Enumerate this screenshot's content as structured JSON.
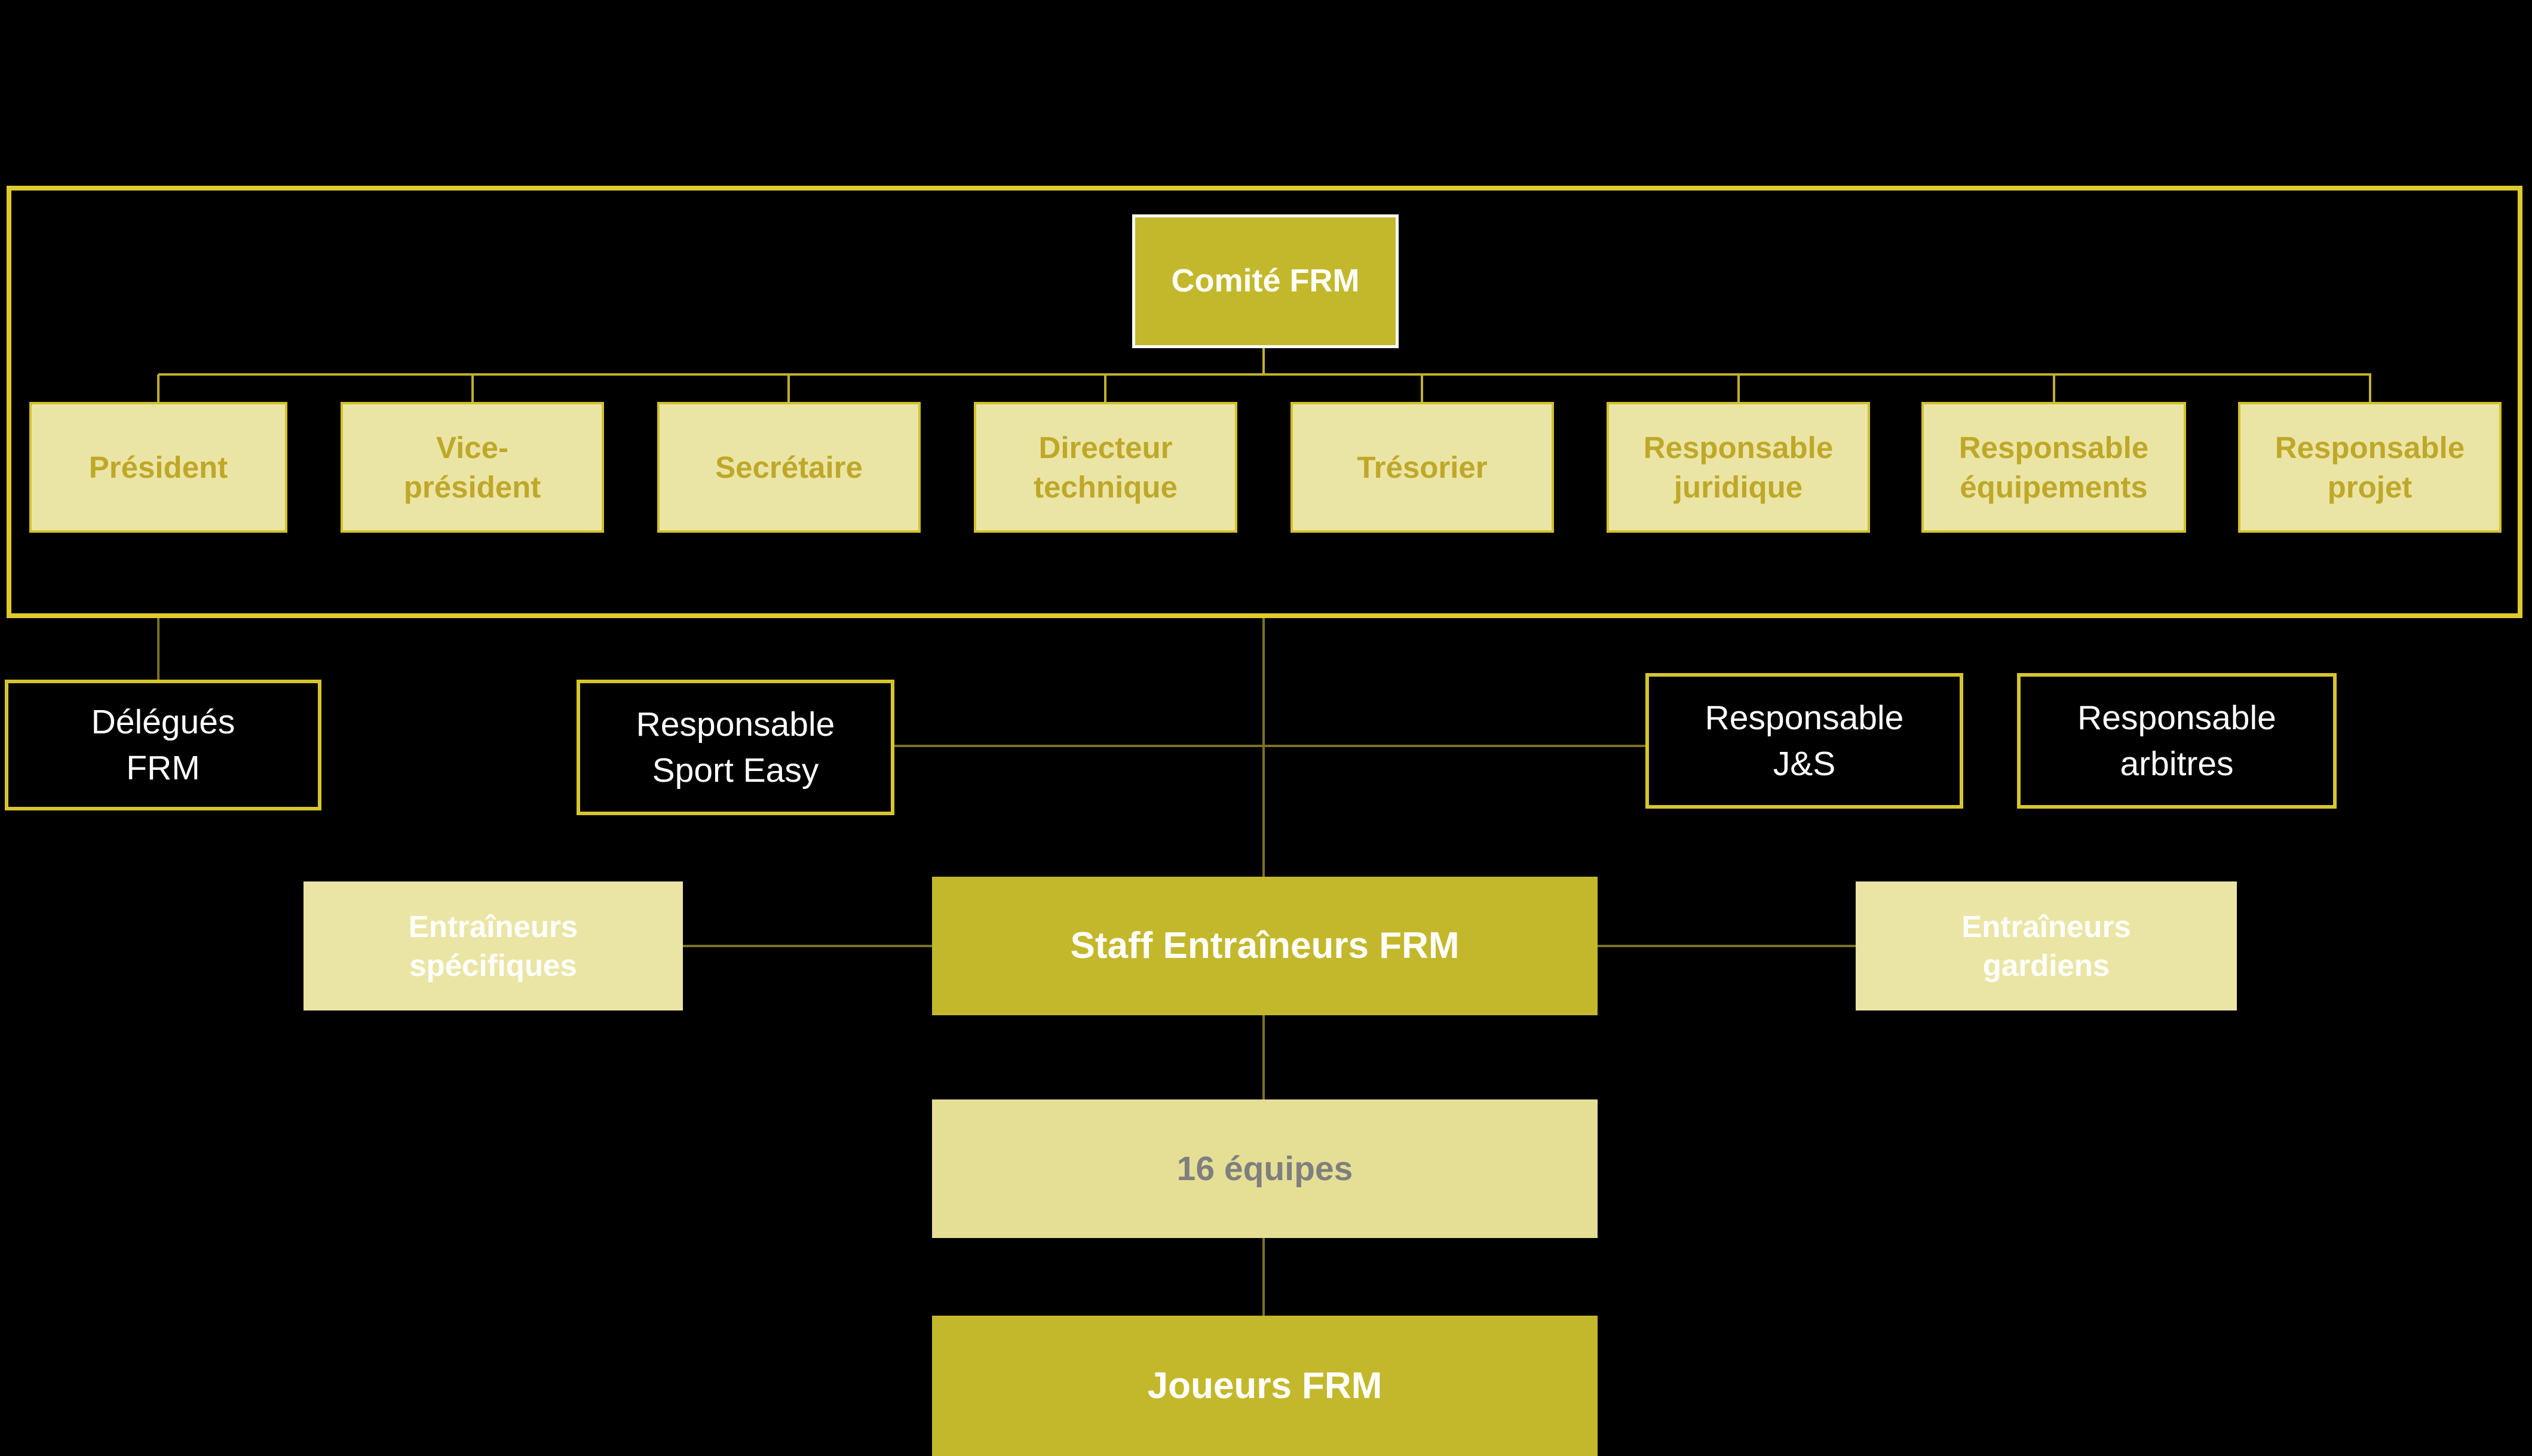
{
  "colors": {
    "background": "#000000",
    "gold_fill": "#c3b82b",
    "pale_fill": "#ebe5a5",
    "pale_fill_alt": "#e5df96",
    "gold_text": "#bfa828",
    "white_text": "#ffffff",
    "gray_text": "#7f7f7f",
    "member_border": "#d2c12b",
    "outline_border": "#d6c62c",
    "outer_frame_border": "#ddcb2e",
    "connector_top": "#c0b02a",
    "connector_bottom": "#7a7220"
  },
  "nodes": {
    "comite": "Comité FRM",
    "members": [
      {
        "label": "Président"
      },
      {
        "label": "Vice-\nprésident"
      },
      {
        "label": "Secrétaire"
      },
      {
        "label": "Directeur\ntechnique"
      },
      {
        "label": "Trésorier"
      },
      {
        "label": "Responsable\njuridique"
      },
      {
        "label": "Responsable\néquipements"
      },
      {
        "label": "Responsable\nprojet"
      }
    ],
    "delegues": "Délégués\nFRM",
    "sport_easy": "Responsable\nSport Easy",
    "js": "Responsable\nJ&S",
    "arbitres": "Responsable\narbitres",
    "staff": "Staff Entraîneurs FRM",
    "specifiques": "Entraîneurs\nspécifiques",
    "gardiens": "Entraîneurs\ngardiens",
    "equipes": "16 équipes",
    "joueurs": "Joueurs FRM"
  }
}
